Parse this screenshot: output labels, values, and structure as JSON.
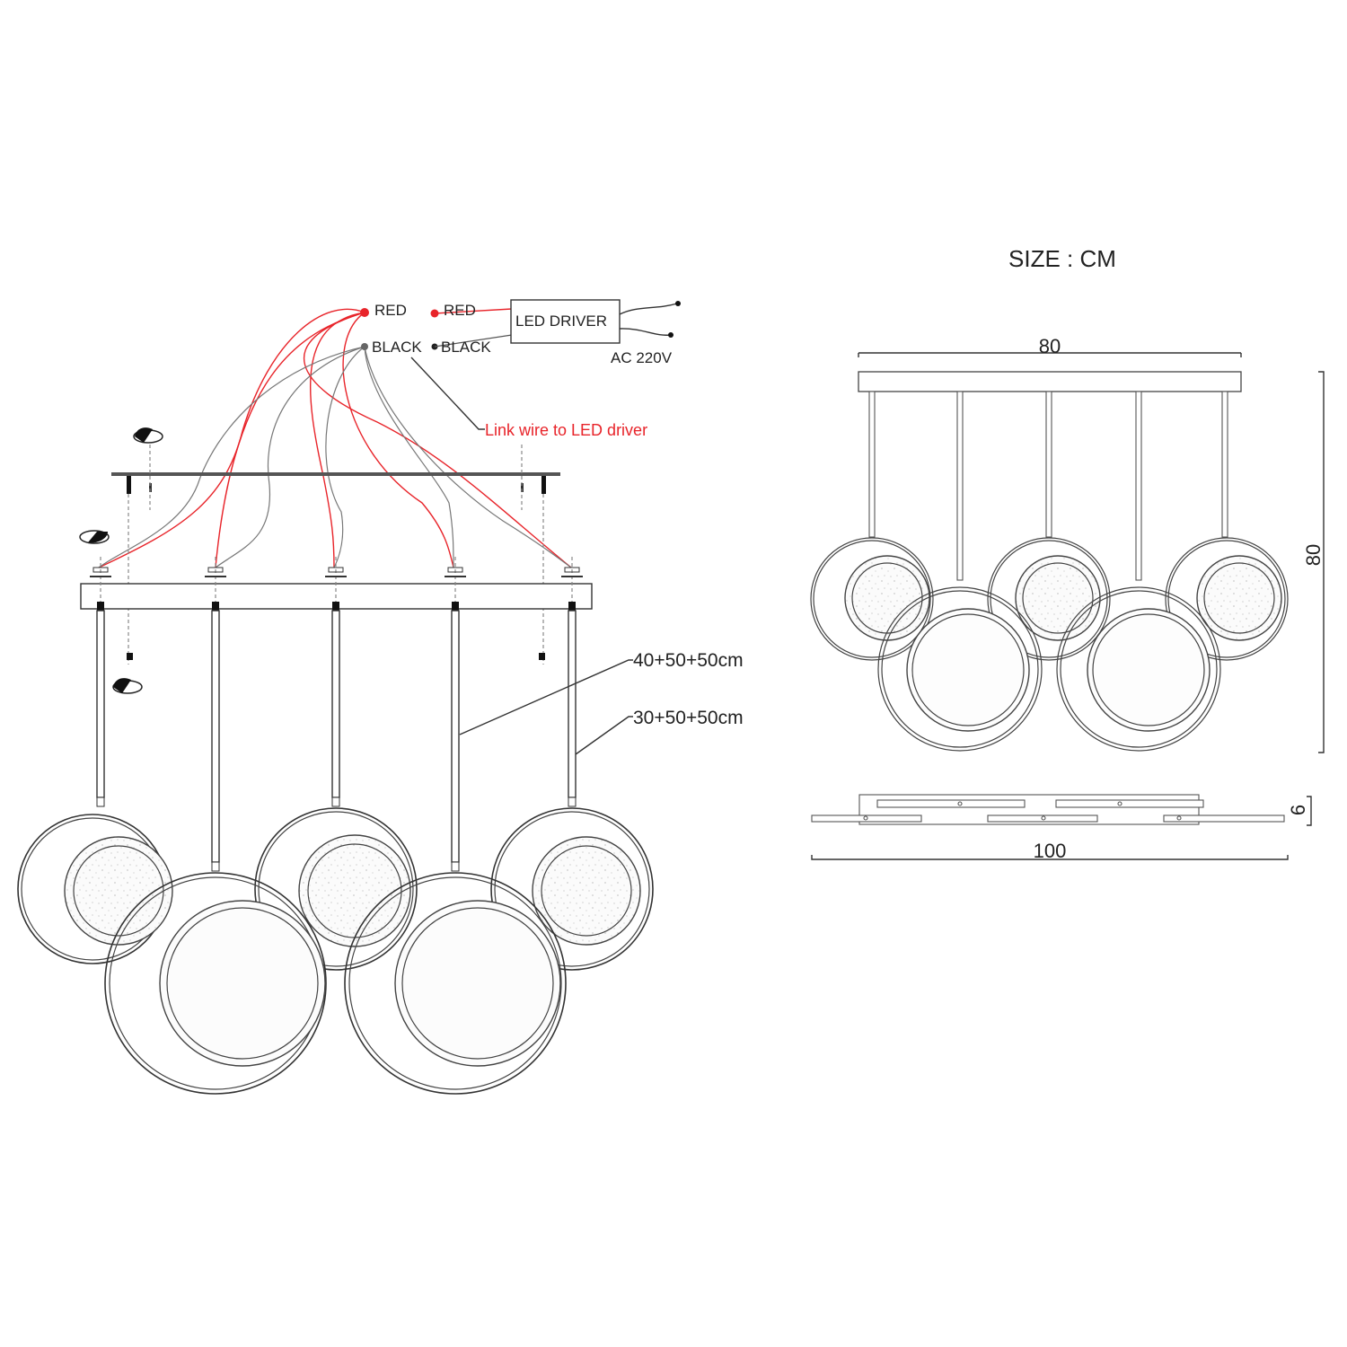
{
  "wiring": {
    "red_label_1": "RED",
    "red_label_2": "RED",
    "black_label_1": "BLACK",
    "black_label_2": "BLACK",
    "driver_label": "LED DRIVER",
    "input_label": "AC 220V",
    "link_note": "Link wire to LED driver",
    "colors": {
      "red_wire": "#e8242a",
      "black_wire": "#777777"
    }
  },
  "install_view": {
    "cable_lengths": [
      "40+50+50cm",
      "30+50+50cm"
    ],
    "pendant_count": 5
  },
  "size_view": {
    "title": "SIZE : CM",
    "width_label": "80",
    "height_label": "80",
    "plate_length_label": "100",
    "plate_height_label": "6"
  }
}
